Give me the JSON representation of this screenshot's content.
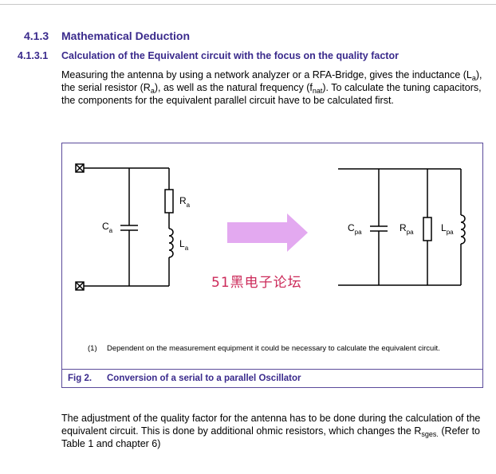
{
  "section": {
    "number": "4.1.3",
    "title": "Mathematical Deduction"
  },
  "subsection": {
    "number": "4.1.3.1",
    "title": "Calculation of the Equivalent circuit with the focus on the quality factor"
  },
  "paragraph_1": {
    "t1": "Measuring the antenna by using a network analyzer or a RFA-Bridge, gives the inductance (L",
    "s1": "a",
    "t2": "), the serial resistor (R",
    "s2": "a",
    "t3": "), as well as the natural frequency (f",
    "s3": "nat",
    "t4": "). To calculate the tuning capacitors, the components for the equivalent parallel circuit have to be calculated first."
  },
  "figure": {
    "serial_labels": {
      "capacitor": "C",
      "capacitor_sub": "a",
      "resistor": "R",
      "resistor_sub": "a",
      "inductor": "L",
      "inductor_sub": "a"
    },
    "parallel_labels": {
      "capacitor": "C",
      "capacitor_sub": "pa",
      "resistor": "R",
      "resistor_sub": "pa",
      "inductor": "L",
      "inductor_sub": "pa"
    },
    "arrow_color": "#e3a9f0",
    "note_marker": "(1)",
    "note_text": "Dependent on the measurement equipment it could be necessary to calculate the equivalent circuit.",
    "caption_label": "Fig 2.",
    "caption_title": "Conversion of a serial to a parallel Oscillator"
  },
  "watermark": "51黑电子论坛",
  "paragraph_2": {
    "t1": "The adjustment of the quality factor for the antenna has to be done during the calculation of the equivalent circuit. This is done by additional ohmic resistors, which changes the R",
    "s1": "sges.",
    "t2": " (Refer to Table 1 and chapter 6)"
  }
}
